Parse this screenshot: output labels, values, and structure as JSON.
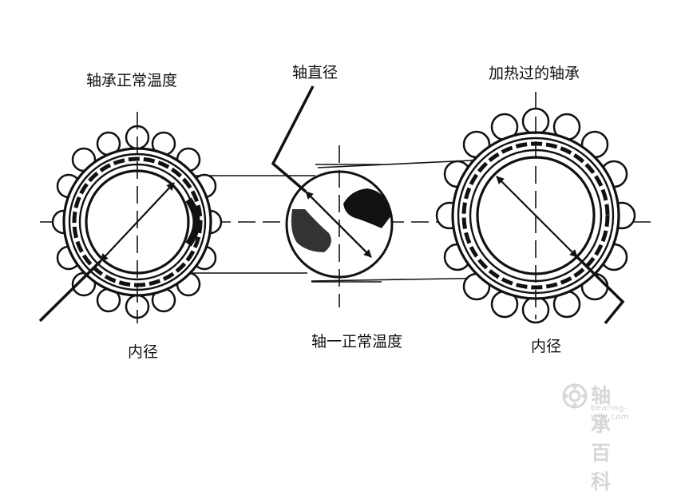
{
  "labels": {
    "left_top": "轴承正常温度",
    "middle_top": "轴直径",
    "right_top": "加热过的轴承",
    "left_bottom": "内径",
    "middle_bottom": "轴一正常温度",
    "right_bottom": "内径"
  },
  "watermark": {
    "text": "轴承百科",
    "url": "bearing-wiki.com",
    "icon": "bearing-logo-icon"
  },
  "colors": {
    "ink": "#111111",
    "watermark": "#d7d7d7"
  }
}
